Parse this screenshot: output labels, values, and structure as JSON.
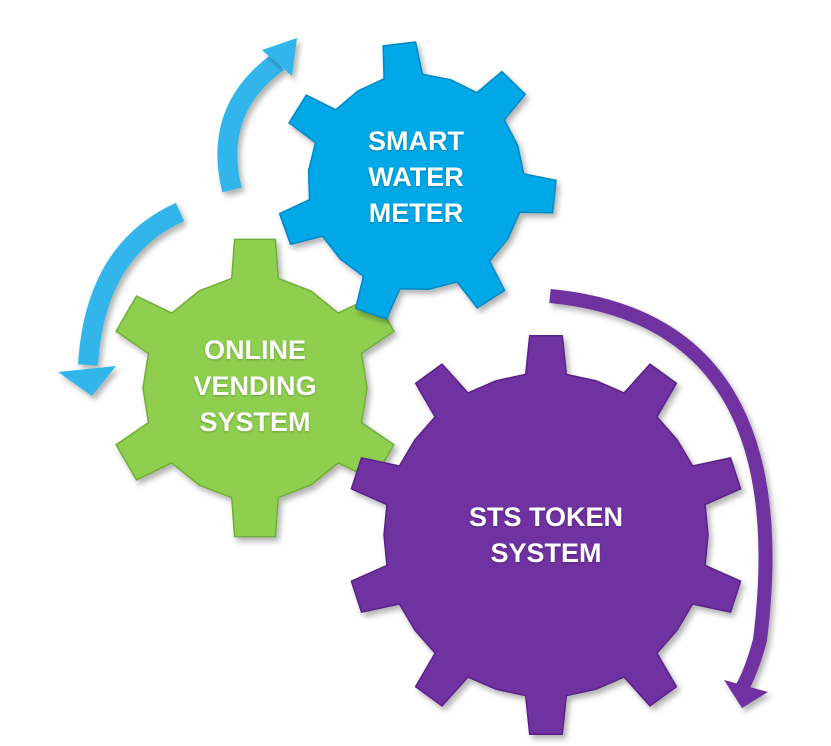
{
  "gears": [
    {
      "id": "smart-water-meter",
      "lines": [
        "SMART",
        "WATER",
        "METER"
      ],
      "color": "#00a8e8",
      "edge": "#0088c4",
      "teeth": 7
    },
    {
      "id": "online-vending-system",
      "lines": [
        "ONLINE",
        "VENDING",
        "SYSTEM"
      ],
      "color": "#8fcf4f",
      "edge": "#6fae36",
      "teeth": 6
    },
    {
      "id": "sts-token-system",
      "lines": [
        "STS TOKEN",
        "SYSTEM"
      ],
      "color": "#7030a0",
      "edge": "#5a2288",
      "teeth": 10
    }
  ],
  "arrows": {
    "blue": "#33b5ea",
    "purple": "#7030a0"
  }
}
